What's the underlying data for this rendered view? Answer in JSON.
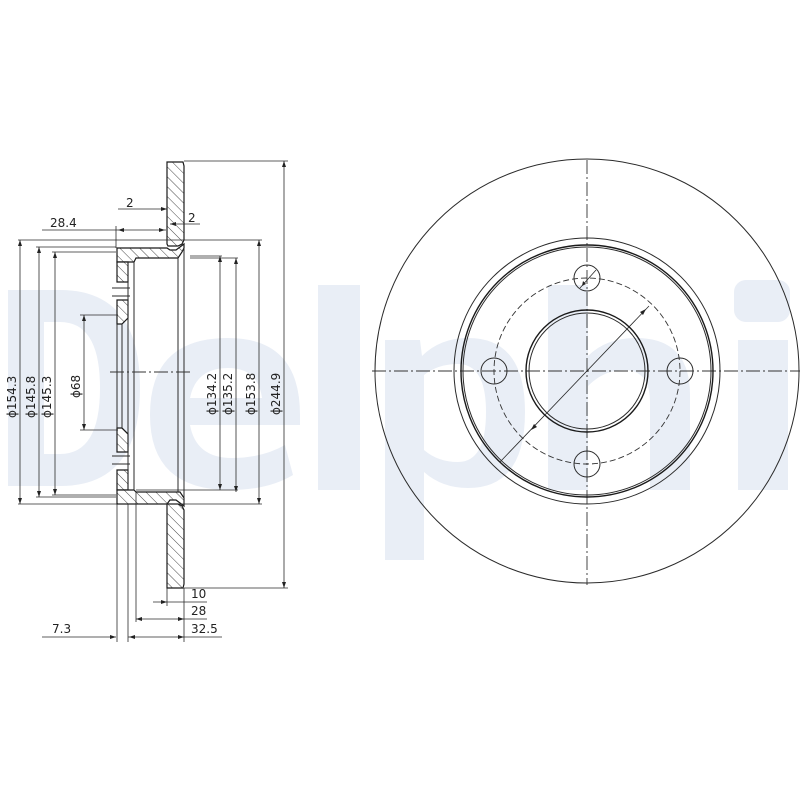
{
  "watermark": {
    "text": "Delphi",
    "color": "#e9eef6"
  },
  "colors": {
    "line": "#2a2a2a",
    "background": "#ffffff"
  },
  "side_view": {
    "top_dimensions": [
      {
        "label": "28.4",
        "meaning": "hat offset"
      },
      {
        "label": "2",
        "meaning": "step"
      },
      {
        "label": "2",
        "meaning": "step"
      }
    ],
    "left_diameters": [
      {
        "label": "ϕ154.3"
      },
      {
        "label": "ϕ145.8"
      },
      {
        "label": "ϕ145.3"
      },
      {
        "label": "ϕ68"
      }
    ],
    "right_diameters": [
      {
        "label": "ϕ134.2"
      },
      {
        "label": "ϕ135.2"
      },
      {
        "label": "ϕ153.8"
      },
      {
        "label": "ϕ244.9"
      }
    ],
    "bottom_dimensions": [
      {
        "label": "10"
      },
      {
        "label": "28"
      },
      {
        "label": "7.3"
      },
      {
        "label": "32.5"
      }
    ]
  },
  "front_view": {
    "bolt_holes": 4,
    "description": "Brake disc front view with 4 bolt holes on dash-dot pitch circle, center bore, hub rings"
  }
}
